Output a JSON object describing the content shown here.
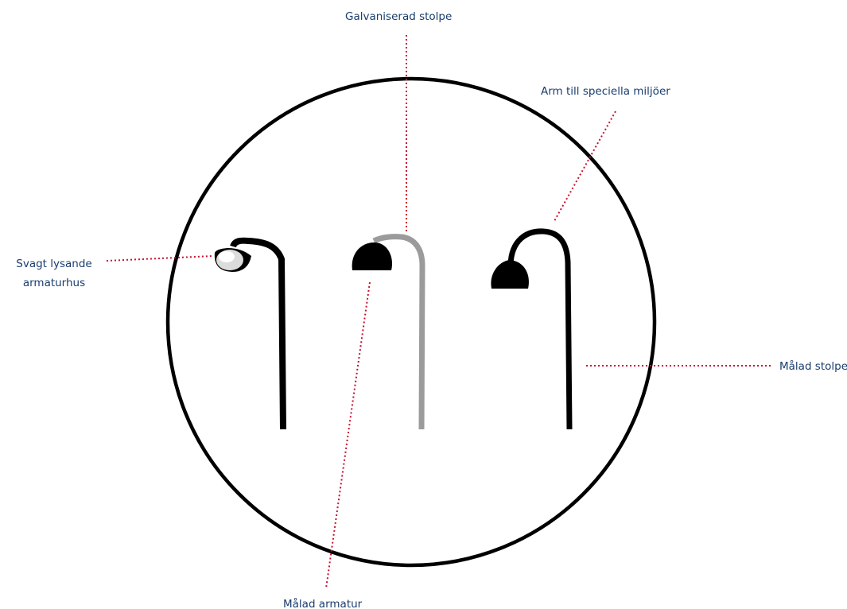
{
  "labels": {
    "galvaniserad_stolpe": "Galvaniserad stolpe",
    "arm_till_speciella_miljoer": "Arm till speciella miljöer",
    "svagt_lysande_line1": "Svagt lysande",
    "svagt_lysande_line2": "armaturhus",
    "malad_stolpe": "Målad stolpe",
    "malad_armatur": "Målad armatur"
  },
  "colors": {
    "label_text": "#1a3d6e",
    "leader_line": "#c8102e",
    "outline": "#000000",
    "galvanized_pole": "#9b9b9b",
    "lamp_fill": "#000000"
  }
}
